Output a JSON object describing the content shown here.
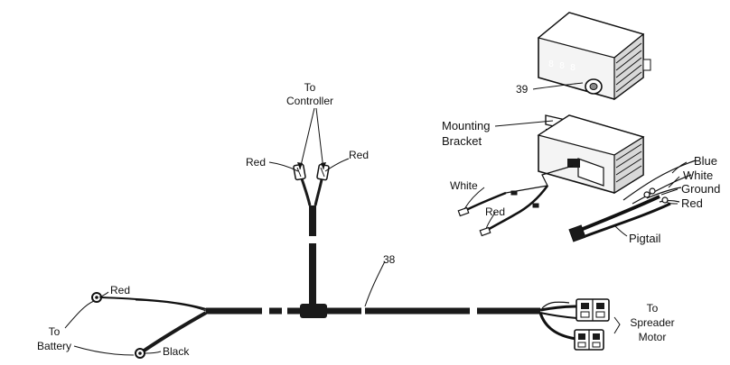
{
  "labels": {
    "to_controller": [
      "To",
      "Controller"
    ],
    "red_left": "Red",
    "red_right": "Red",
    "ref_38": "38",
    "ref_39": "39",
    "mounting_bracket": [
      "Mounting",
      "Bracket"
    ],
    "white_left": "White",
    "red_pigtail": "Red",
    "blue": "Blue",
    "white_right": "White",
    "ground": "Ground",
    "red_right_bottom": "Red",
    "pigtail": "Pigtail",
    "red_battery": "Red",
    "black_battery": "Black",
    "to_battery": [
      "To",
      "Battery"
    ],
    "to_spreader_motor": [
      "To",
      "Spreader",
      "Motor"
    ]
  },
  "colors": {
    "ink": "#111111",
    "harness": "#1a1a1a",
    "body_fill": "#f4f4f4",
    "shade": "#8a8a8a"
  }
}
